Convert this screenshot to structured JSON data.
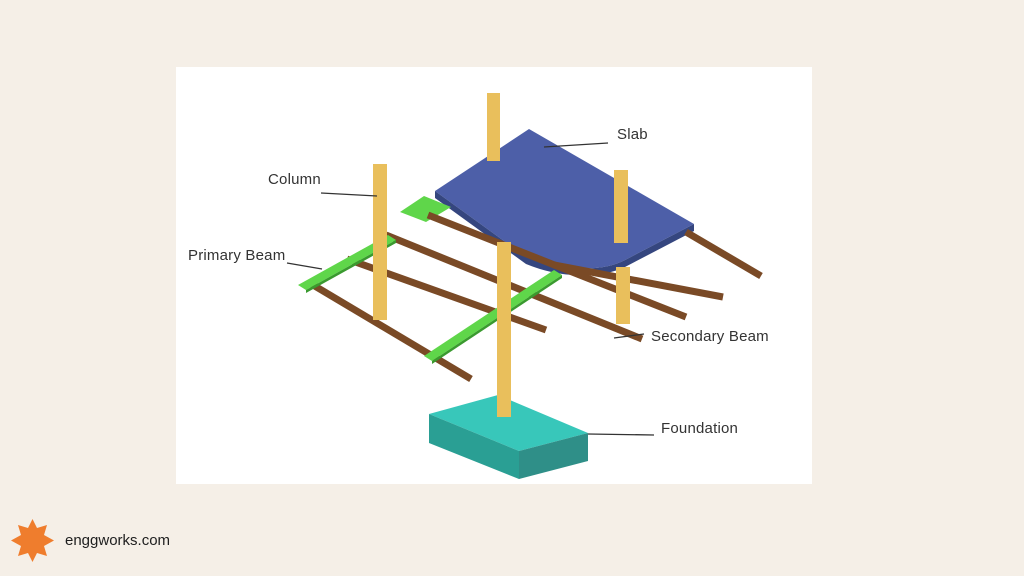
{
  "diagram": {
    "labels": {
      "slab": "Slab",
      "column": "Column",
      "primary_beam": "Primary Beam",
      "secondary_beam": "Secondary Beam",
      "foundation": "Foundation"
    },
    "colors": {
      "slab": "#4d5fa8",
      "primary_beam": "#5fd64a",
      "secondary_beam": "#7a4a26",
      "column": "#e9bf5c",
      "foundation": "#2fb6aa"
    }
  },
  "brand": {
    "name": "enggworks.com",
    "logo_color": "#ef7d2d",
    "logo_icon": "starburst-logo-icon"
  }
}
